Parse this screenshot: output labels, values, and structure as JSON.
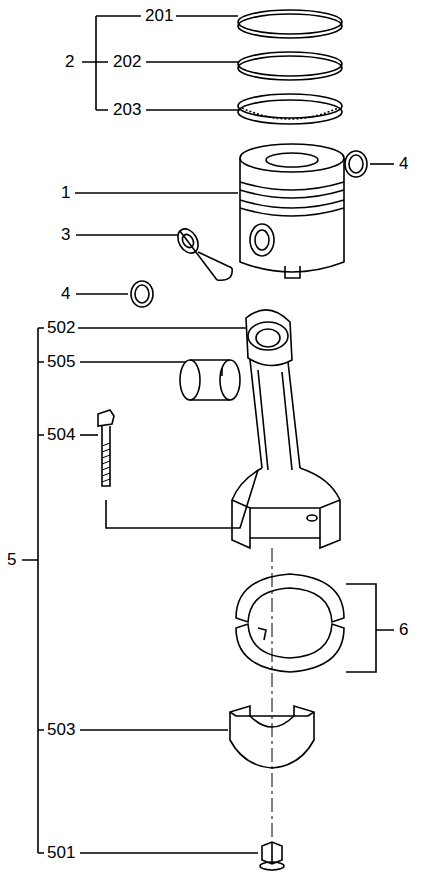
{
  "diagram": {
    "labels": [
      "201",
      "2",
      "202",
      "203",
      "4",
      "1",
      "3",
      "4",
      "502",
      "505",
      "504",
      "5",
      "6",
      "503",
      "501"
    ]
  }
}
